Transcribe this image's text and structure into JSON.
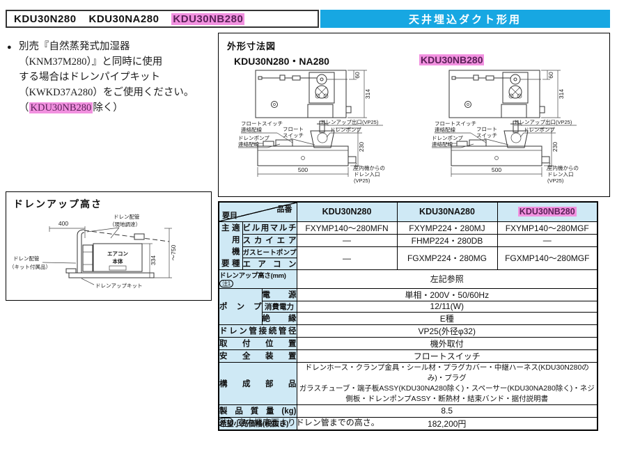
{
  "colors": {
    "accent_cyan": "#17a7e2",
    "highlight_pink": "#f291e0",
    "table_label_blue": "#cfe9f5"
  },
  "header": {
    "model1": "KDU30N280",
    "model2": "KDU30NA280",
    "model3": "KDU30NB280",
    "category": "天井埋込ダクト形用"
  },
  "notice": {
    "bullet": "●",
    "line1": "別売『自然蒸発式加湿器",
    "line2": "（KNM37M280）』と同時に使用",
    "line3": "する場合はドレンパイプキット",
    "line4": "（KWKD37A280）をご使用ください。",
    "line5_pre": "（",
    "line5_hl": "KDU30NB280",
    "line5_post": "除く）"
  },
  "outline": {
    "title": "外形寸法図",
    "left_model": "KDU30N280・NA280",
    "right_model": "KDU30NB280",
    "labels": {
      "fsw1": "フロートスイッチ",
      "fsw2": "連絡配線",
      "pw1": "ドレンポンプ",
      "pw2": "連絡配線",
      "fl1": "フロート",
      "fl2": "スイッチ",
      "outlet": "ドレンアップ出口(VP25)",
      "pump": "ドレンポンプ",
      "in1": "室内機からの",
      "in2": "ドレン入口",
      "in3": "(VP25)",
      "d60": "60",
      "d314": "314",
      "d230": "230",
      "d500": "500"
    }
  },
  "drainup": {
    "title": "ドレンアップ高さ",
    "d400": "400",
    "site1": "ドレン配管",
    "site2": "（現地調達）",
    "kit1": "ドレン配管",
    "kit2": "（キット付属品）",
    "unit1": "エアコン",
    "unit2": "本体",
    "d334": "334",
    "d750": "～750",
    "kitlabel": "ドレンアップキット"
  },
  "table": {
    "corner_top": "品番",
    "corner_bottom": "要目",
    "col1": "KDU30N280",
    "col2": "KDU30NA280",
    "col3": "KDU30NB280",
    "group_chars": [
      [
        "主",
        "適"
      ],
      [
        "",
        "用"
      ],
      [
        "",
        "機"
      ],
      [
        "要",
        "種"
      ]
    ],
    "row_bill": {
      "label": "ビル用マルチ",
      "v1": "FXYMP140～280MFN",
      "v2": "FXYMP224・280MJ",
      "v3": "FXYMP140～280MGF"
    },
    "row_sky": {
      "label": "スカイエア",
      "v1": "―",
      "v2": "FHMP224・280DB",
      "v3": "―"
    },
    "row_ghp": {
      "label1": "ガスヒートポンプ",
      "label2": "エアコン",
      "v1": "―",
      "v2": "FGXMP224・280MG",
      "v3": "FGXMP140～280MGF"
    },
    "row_height": {
      "label": "ドレンアップ高さ(mm)",
      "note": "注1",
      "value": "左記参照"
    },
    "pump_label": "ポンプ",
    "row_power": {
      "label": "電源",
      "value": "単相・200V・50/60Hz"
    },
    "row_consumption": {
      "label": "消費電力",
      "value": "12/11(W)"
    },
    "row_insulation": {
      "label": "絶縁",
      "value": "E種"
    },
    "row_pipe": {
      "label": "ドレン管接続管径",
      "value": "VP25(外径φ32)"
    },
    "row_mount": {
      "label": "取付位置",
      "value": "機外取付"
    },
    "row_safety": {
      "label": "安全装置",
      "value": "フロートスイッチ"
    },
    "row_parts": {
      "label": "構成部品",
      "line1": "ドレンホース・クランプ金具・シール材・プラグカバー・中継ハーネス(KDU30N280のみ)・プラグ",
      "line2": "ガラスチューブ・端子板ASSY(KDU30NA280除く)・スペーサー(KDU30NA280除く)・ネジ",
      "line3": "側板・ドレンポンプASSY・断熱材・結束バンド・据付説明書"
    },
    "row_weight": {
      "label": "製品質量(kg)",
      "value": "8.5"
    },
    "row_price": {
      "label": "希望小売価格(税抜き)",
      "value": "182,200円"
    }
  },
  "footnote": {
    "tag": "注1",
    "text": "室内機底面よりドレン管までの高さ。"
  }
}
